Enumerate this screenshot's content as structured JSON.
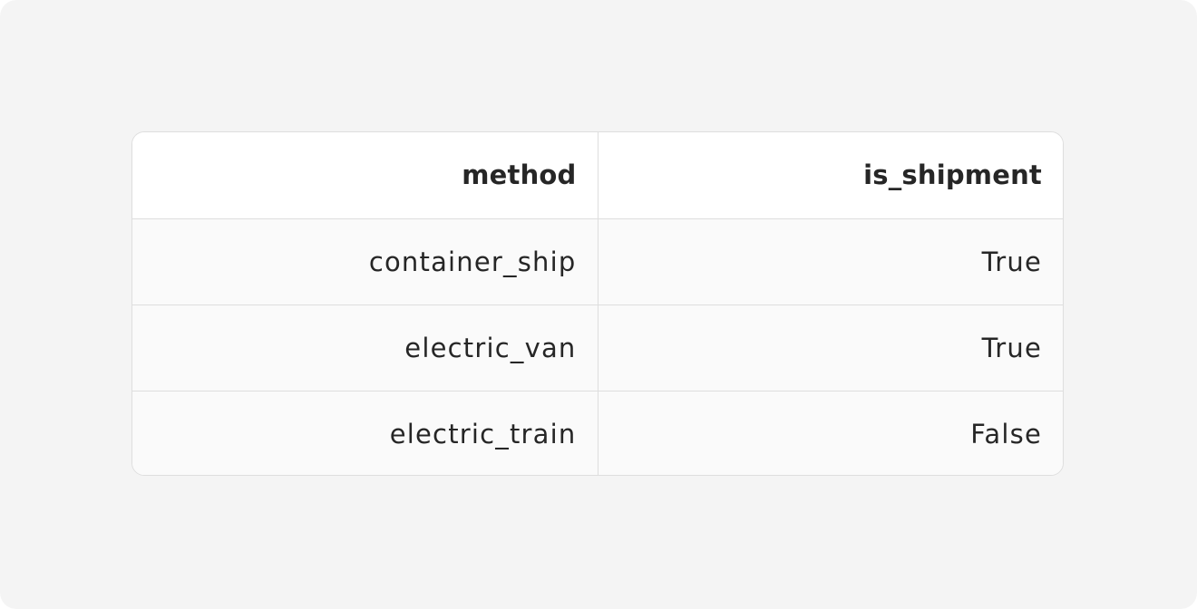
{
  "table": {
    "columns": [
      "method",
      "is_shipment"
    ],
    "rows": [
      [
        "container_ship",
        "True"
      ],
      [
        "electric_van",
        "True"
      ],
      [
        "electric_train",
        "False"
      ]
    ]
  }
}
